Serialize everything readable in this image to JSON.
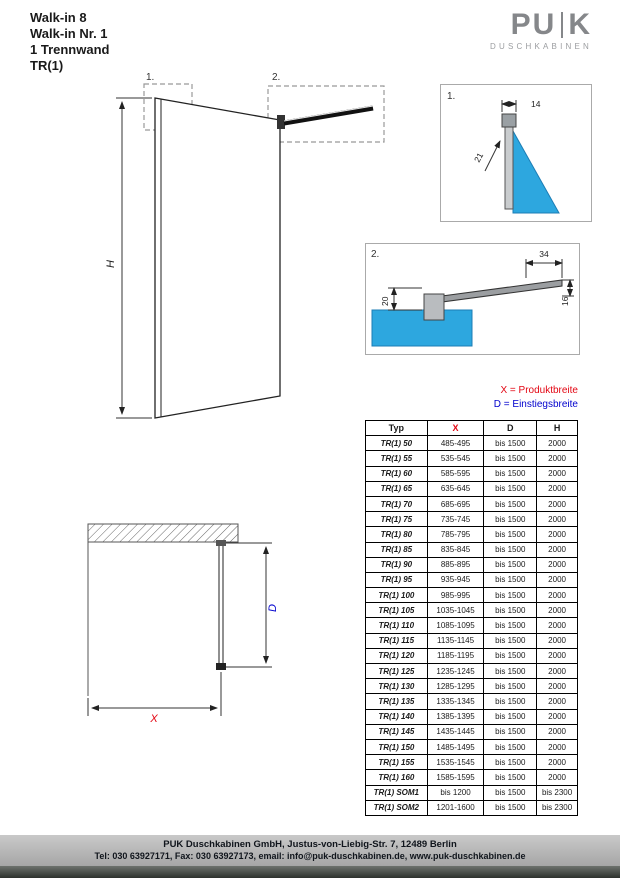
{
  "header": {
    "title_lines": [
      "Walk-in 8",
      "Walk-in Nr. 1",
      "1 Trennwand",
      "TR(1)"
    ],
    "logo": {
      "part1": "PU",
      "part2": "K",
      "subtitle": "DUSCHKABINEN"
    }
  },
  "drawings": {
    "main": {
      "callout1": "1.",
      "callout2": "2.",
      "height_label": "H"
    },
    "detail1": {
      "callout": "1.",
      "dim_width": "14",
      "dim_depth": "21"
    },
    "detail2": {
      "callout": "2.",
      "dim_top": "34",
      "dim_right": "16",
      "dim_left": "20"
    },
    "plan": {
      "x_label": "X",
      "d_label": "D"
    }
  },
  "legend": {
    "x": "X = Produktbreite",
    "d": "D = Einstiegsbreite"
  },
  "colors": {
    "x_red": "#e30613",
    "d_blue": "#0000cd",
    "glass_blue": "#2da7df"
  },
  "table": {
    "headers": [
      "Typ",
      "X",
      "D",
      "H"
    ],
    "rows": [
      [
        "TR(1) 50",
        "485-495",
        "bis 1500",
        "2000"
      ],
      [
        "TR(1) 55",
        "535-545",
        "bis 1500",
        "2000"
      ],
      [
        "TR(1) 60",
        "585-595",
        "bis 1500",
        "2000"
      ],
      [
        "TR(1) 65",
        "635-645",
        "bis 1500",
        "2000"
      ],
      [
        "TR(1) 70",
        "685-695",
        "bis 1500",
        "2000"
      ],
      [
        "TR(1) 75",
        "735-745",
        "bis 1500",
        "2000"
      ],
      [
        "TR(1) 80",
        "785-795",
        "bis 1500",
        "2000"
      ],
      [
        "TR(1) 85",
        "835-845",
        "bis 1500",
        "2000"
      ],
      [
        "TR(1) 90",
        "885-895",
        "bis 1500",
        "2000"
      ],
      [
        "TR(1) 95",
        "935-945",
        "bis 1500",
        "2000"
      ],
      [
        "TR(1) 100",
        "985-995",
        "bis 1500",
        "2000"
      ],
      [
        "TR(1) 105",
        "1035-1045",
        "bis 1500",
        "2000"
      ],
      [
        "TR(1) 110",
        "1085-1095",
        "bis 1500",
        "2000"
      ],
      [
        "TR(1) 115",
        "1135-1145",
        "bis 1500",
        "2000"
      ],
      [
        "TR(1) 120",
        "1185-1195",
        "bis 1500",
        "2000"
      ],
      [
        "TR(1) 125",
        "1235-1245",
        "bis 1500",
        "2000"
      ],
      [
        "TR(1) 130",
        "1285-1295",
        "bis 1500",
        "2000"
      ],
      [
        "TR(1) 135",
        "1335-1345",
        "bis 1500",
        "2000"
      ],
      [
        "TR(1) 140",
        "1385-1395",
        "bis 1500",
        "2000"
      ],
      [
        "TR(1) 145",
        "1435-1445",
        "bis 1500",
        "2000"
      ],
      [
        "TR(1) 150",
        "1485-1495",
        "bis 1500",
        "2000"
      ],
      [
        "TR(1) 155",
        "1535-1545",
        "bis 1500",
        "2000"
      ],
      [
        "TR(1) 160",
        "1585-1595",
        "bis 1500",
        "2000"
      ],
      [
        "TR(1) SOM1",
        "bis 1200",
        "bis 1500",
        "bis 2300"
      ],
      [
        "TR(1) SOM2",
        "1201-1600",
        "bis 1500",
        "bis 2300"
      ]
    ]
  },
  "footer": {
    "line1": "PUK Duschkabinen GmbH, Justus-von-Liebig-Str. 7, 12489 Berlin",
    "line2": "Tel: 030 63927171, Fax: 030 63927173, email: info@puk-duschkabinen.de, www.puk-duschkabinen.de"
  }
}
